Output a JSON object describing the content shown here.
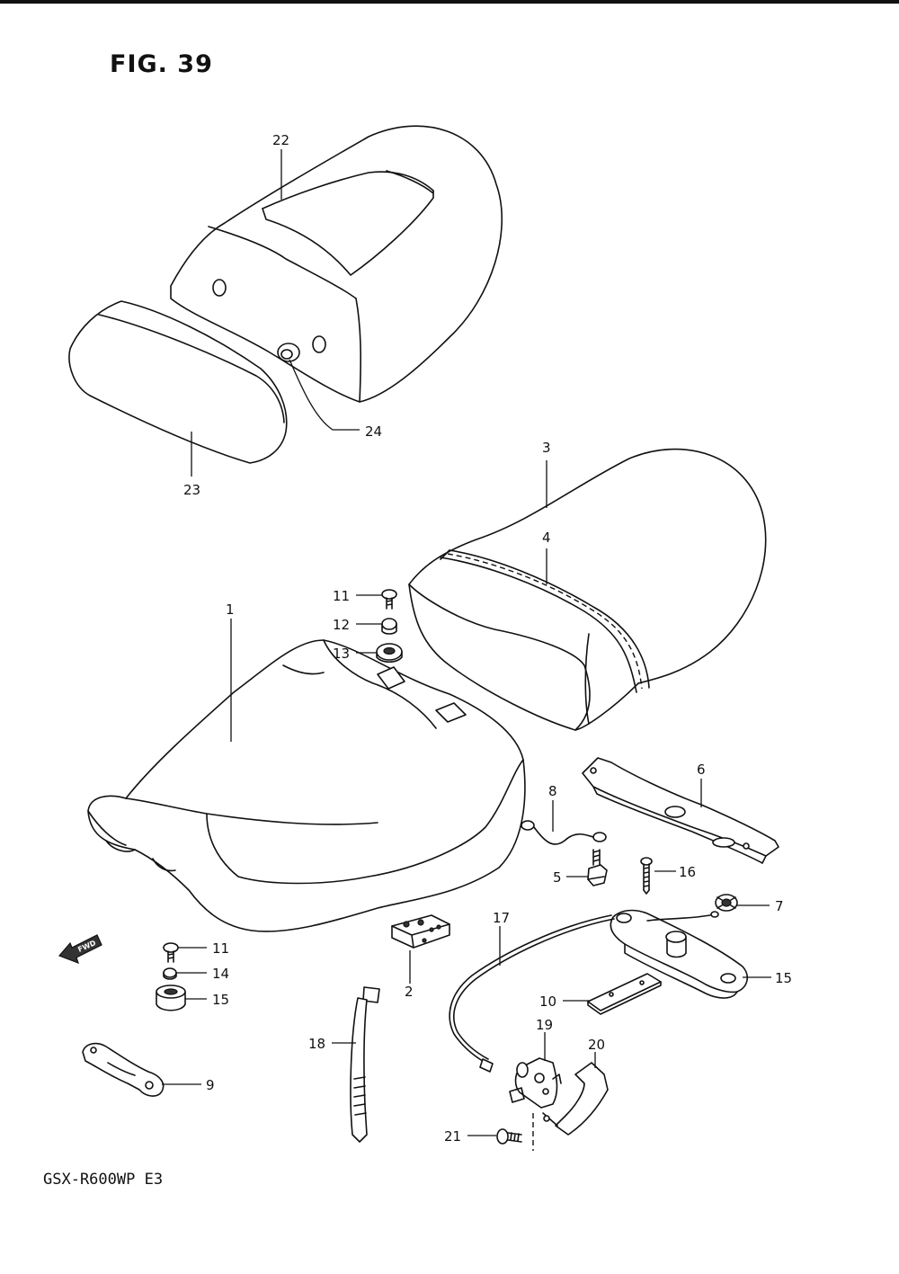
{
  "figure": {
    "title": "FIG. 39",
    "model_code": "GSX-R600WP  E3",
    "direction_badge": "FWD"
  },
  "callouts": [
    {
      "key": "c1",
      "label": "1"
    },
    {
      "key": "c2",
      "label": "2"
    },
    {
      "key": "c3",
      "label": "3"
    },
    {
      "key": "c4",
      "label": "4"
    },
    {
      "key": "c5",
      "label": "5"
    },
    {
      "key": "c6",
      "label": "6"
    },
    {
      "key": "c7",
      "label": "7"
    },
    {
      "key": "c8",
      "label": "8"
    },
    {
      "key": "c9",
      "label": "9"
    },
    {
      "key": "c10",
      "label": "10"
    },
    {
      "key": "c11a",
      "label": "11"
    },
    {
      "key": "c11b",
      "label": "11"
    },
    {
      "key": "c12",
      "label": "12"
    },
    {
      "key": "c13",
      "label": "13"
    },
    {
      "key": "c14",
      "label": "14"
    },
    {
      "key": "c15",
      "label": "15"
    },
    {
      "key": "c16",
      "label": "16"
    },
    {
      "key": "c17",
      "label": "17"
    },
    {
      "key": "c18",
      "label": "18"
    },
    {
      "key": "c19",
      "label": "19"
    },
    {
      "key": "c20",
      "label": "20"
    },
    {
      "key": "c21",
      "label": "21"
    },
    {
      "key": "c22",
      "label": "22"
    },
    {
      "key": "c23",
      "label": "23"
    },
    {
      "key": "c24",
      "label": "24"
    },
    {
      "key": "c25",
      "label": "25"
    }
  ]
}
